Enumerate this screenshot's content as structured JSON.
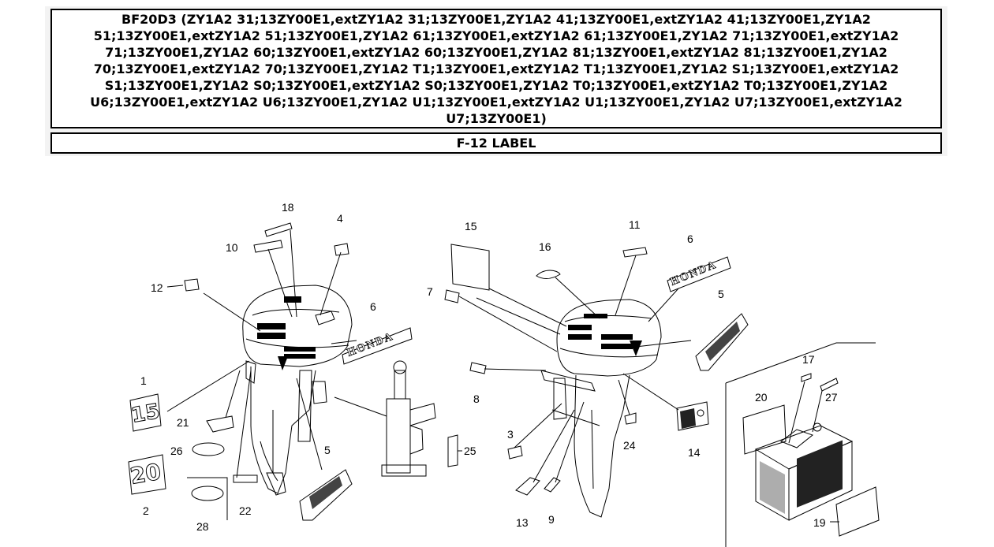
{
  "header": {
    "model_title": "BF20D3 (ZY1A2 31;13ZY00E1,extZY1A2 31;13ZY00E1,ZY1A2 41;13ZY00E1,extZY1A2 41;13ZY00E1,ZY1A2 51;13ZY00E1,extZY1A2 51;13ZY00E1,ZY1A2 61;13ZY00E1,extZY1A2 61;13ZY00E1,ZY1A2 71;13ZY00E1,extZY1A2 71;13ZY00E1,ZY1A2 60;13ZY00E1,extZY1A2 60;13ZY00E1,ZY1A2 81;13ZY00E1,extZY1A2 81;13ZY00E1,ZY1A2 70;13ZY00E1,extZY1A2 70;13ZY00E1,ZY1A2 T1;13ZY00E1,extZY1A2 T1;13ZY00E1,ZY1A2 S1;13ZY00E1,extZY1A2 S1;13ZY00E1,ZY1A2 S0;13ZY00E1,extZY1A2 S0;13ZY00E1,ZY1A2 T0;13ZY00E1,extZY1A2 T0;13ZY00E1,ZY1A2 U6;13ZY00E1,extZY1A2 U6;13ZY00E1,ZY1A2 U1;13ZY00E1,extZY1A2 U1;13ZY00E1,ZY1A2 U7;13ZY00E1,extZY1A2 U7;13ZY00E1)",
    "section_title": "F-12 LABEL"
  },
  "diagram": {
    "brand_decal_text": "HONDA",
    "decal_15_text": "15",
    "decal_20_text": "20",
    "part_numbers": {
      "p1": "1",
      "p2": "2",
      "p3": "3",
      "p4": "4",
      "p5a": "5",
      "p5b": "5",
      "p6a": "6",
      "p6b": "6",
      "p7": "7",
      "p8": "8",
      "p9": "9",
      "p10": "10",
      "p11": "11",
      "p12": "12",
      "p13": "13",
      "p14": "14",
      "p15": "15",
      "p16": "16",
      "p17": "17",
      "p18": "18",
      "p19": "19",
      "p20": "20",
      "p21": "21",
      "p22": "22",
      "p24": "24",
      "p25": "25",
      "p26": "26",
      "p27": "27",
      "p28": "28"
    }
  }
}
